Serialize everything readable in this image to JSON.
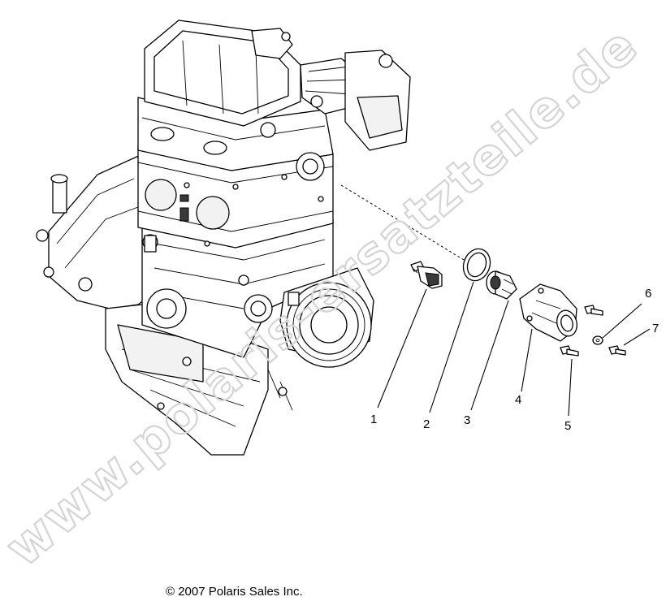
{
  "diagram": {
    "title": "",
    "callouts": [
      {
        "id": "callout-1",
        "label": "1"
      },
      {
        "id": "callout-2",
        "label": "2"
      },
      {
        "id": "callout-3",
        "label": "3"
      },
      {
        "id": "callout-4",
        "label": "4"
      },
      {
        "id": "callout-5",
        "label": "5"
      },
      {
        "id": "callout-6",
        "label": "6"
      },
      {
        "id": "callout-7",
        "label": "7"
      }
    ]
  },
  "footer": {
    "copyright": "© 2007 Polaris Sales Inc."
  },
  "watermark": {
    "text": "www.polaris-ersatzteile.de"
  },
  "colors": {
    "line": "#000000",
    "watermark": "#d4d4d4",
    "background": "#ffffff"
  }
}
